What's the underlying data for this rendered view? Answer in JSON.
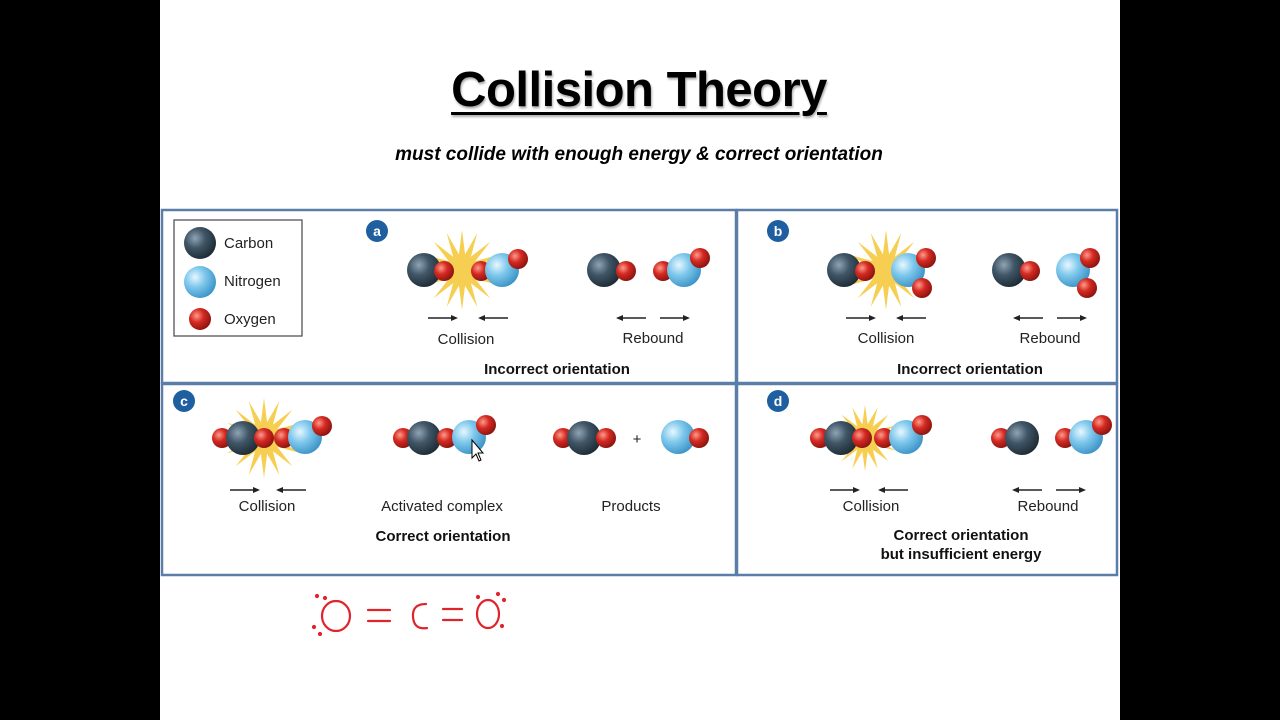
{
  "title": "Collision Theory",
  "subtitle": "must collide with enough energy & correct orientation",
  "legend": [
    {
      "label": "Carbon",
      "color": "#3f5566"
    },
    {
      "label": "Nitrogen",
      "color": "#7ec8ec"
    },
    {
      "label": "Oxygen",
      "color": "#d42a22"
    }
  ],
  "panels": {
    "a": {
      "letter": "a",
      "left_label": "Collision",
      "right_label": "Rebound",
      "caption": "Incorrect orientation"
    },
    "b": {
      "letter": "b",
      "left_label": "Collision",
      "right_label": "Rebound",
      "caption": "Incorrect orientation"
    },
    "c": {
      "letter": "c",
      "left_label": "Collision",
      "mid_label": "Activated complex",
      "right_label": "Products",
      "plus": "+",
      "caption": "Correct orientation"
    },
    "d": {
      "letter": "d",
      "left_label": "Collision",
      "right_label": "Rebound",
      "caption_line1": "Correct orientation",
      "caption_line2": "but insufficient energy"
    }
  },
  "annotation": "O = C = O",
  "colors": {
    "panel_border": "#5a7ea8",
    "badge": "#1f5fa0",
    "starburst": "#f6cf52",
    "ink": "#e0242c"
  }
}
